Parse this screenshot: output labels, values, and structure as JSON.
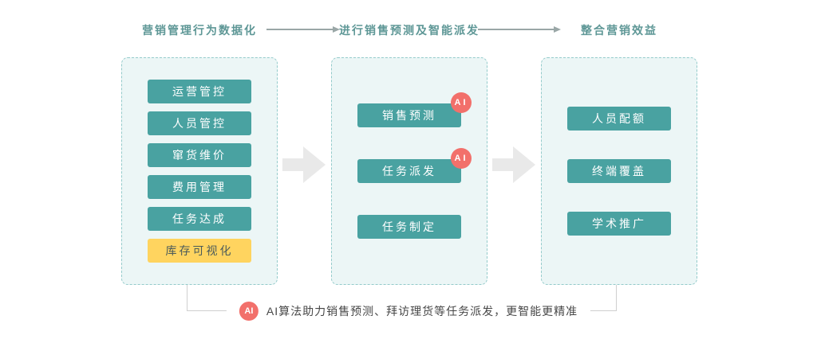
{
  "headers": [
    {
      "label": "营销管理行为数据化"
    },
    {
      "label": "进行销售预测及智能派发"
    },
    {
      "label": "整合营销效益"
    }
  ],
  "panels": [
    {
      "name": "marketing-management",
      "items": [
        {
          "label": "运营管控",
          "variant": "teal"
        },
        {
          "label": "人员管控",
          "variant": "teal"
        },
        {
          "label": "窜货维价",
          "variant": "teal"
        },
        {
          "label": "费用管理",
          "variant": "teal"
        },
        {
          "label": "任务达成",
          "variant": "teal"
        },
        {
          "label": "库存可视化",
          "variant": "yellow"
        }
      ]
    },
    {
      "name": "forecast-dispatch",
      "items": [
        {
          "label": "销售预测",
          "badge": "AI"
        },
        {
          "label": "任务派发",
          "badge": "AI"
        },
        {
          "label": "任务制定"
        }
      ]
    },
    {
      "name": "marketing-enablement",
      "items": [
        {
          "label": "人员配额"
        },
        {
          "label": "终端覆盖"
        },
        {
          "label": "学术推广"
        }
      ]
    }
  ],
  "footnote": {
    "badge": "AI",
    "text": "AI算法助力销售预测、拜访理货等任务派发，更智能更精准"
  },
  "colors": {
    "node_teal": "#49A2A1",
    "node_yellow": "#FFD45F",
    "ai_badge_red": "#F2706B",
    "panel_bg": "#ECF6F6",
    "panel_border": "#94CBCB",
    "header_text": "#5E9796",
    "arrow_fill": "#E9E9E9",
    "connector_gray": "#CFCFCF"
  }
}
